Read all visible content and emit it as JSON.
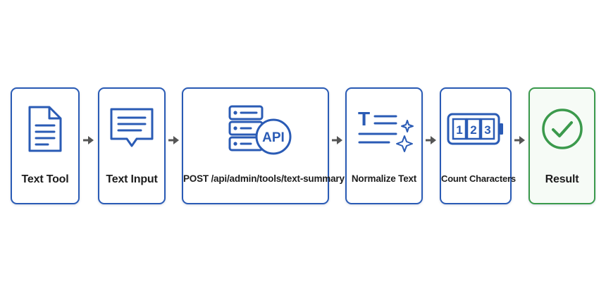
{
  "flow": {
    "steps": [
      {
        "label": "Text Tool",
        "icon": "document-icon"
      },
      {
        "label": "Text Input",
        "icon": "text-input-icon"
      },
      {
        "label": "POST /api/admin/tools/text-summary",
        "icon": "api-server-icon",
        "icon_text": "API"
      },
      {
        "label": "Normalize Text",
        "icon": "normalize-text-icon",
        "icon_text": "T"
      },
      {
        "label": "Count Characters",
        "icon": "counter-icon",
        "icon_digits": [
          "1",
          "2",
          "3"
        ]
      },
      {
        "label": "Result",
        "icon": "checkmark-icon"
      }
    ]
  },
  "colors": {
    "primary": "#2a5bb5",
    "success": "#3b9a4c",
    "arrow": "#555555",
    "text": "#1d1d1d"
  }
}
